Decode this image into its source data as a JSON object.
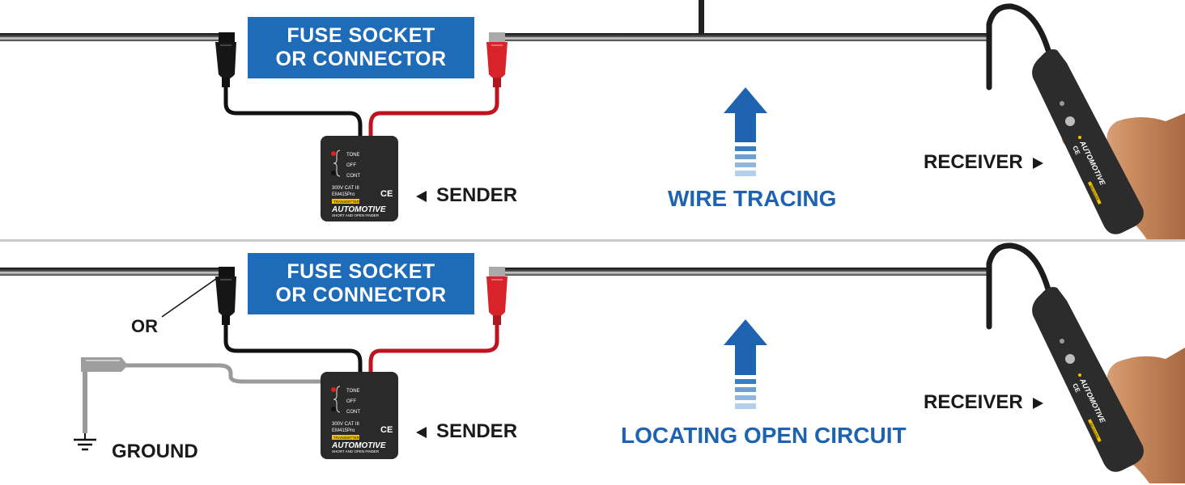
{
  "colors": {
    "accent_blue": "#1e6bb8",
    "label_blue": "#1e63b0",
    "device_body": "#2a2a2a",
    "red_clip": "#d8232a",
    "black_clip": "#1a1a1a",
    "wire_gray": "#8a8a8a"
  },
  "panels": [
    {
      "id": "wire-tracing",
      "fuse_label": [
        "FUSE SOCKET",
        "OR CONNECTOR"
      ],
      "sender_label": "SENDER",
      "mode_label": "WIRE TRACING",
      "receiver_label": "RECEIVER"
    },
    {
      "id": "open-circuit",
      "fuse_label": [
        "FUSE SOCKET",
        "OR CONNECTOR"
      ],
      "sender_label": "SENDER",
      "mode_label": "LOCATING OPEN CIRCUIT",
      "receiver_label": "RECEIVER",
      "or_label": "OR",
      "ground_label": "GROUND"
    }
  ],
  "sender_device": {
    "mode_tone": "TONE",
    "mode_off": "OFF",
    "mode_cont": "CONT",
    "rating": "300V CAT III",
    "model": "EM415Pro",
    "badge": "TRANSMITTER",
    "brand": "AUTOMOTIVE",
    "subtitle": "SHORT AND OPEN FINDER",
    "cert": "CE"
  },
  "receiver_device": {
    "brand": "AUTOMOTIVE",
    "badge": "RECEIVER",
    "cert": "CE"
  },
  "icons": {
    "arrow": "up-arrow-icon",
    "ground": "ground-symbol-icon",
    "hand": "hand-holding-receiver-icon"
  }
}
